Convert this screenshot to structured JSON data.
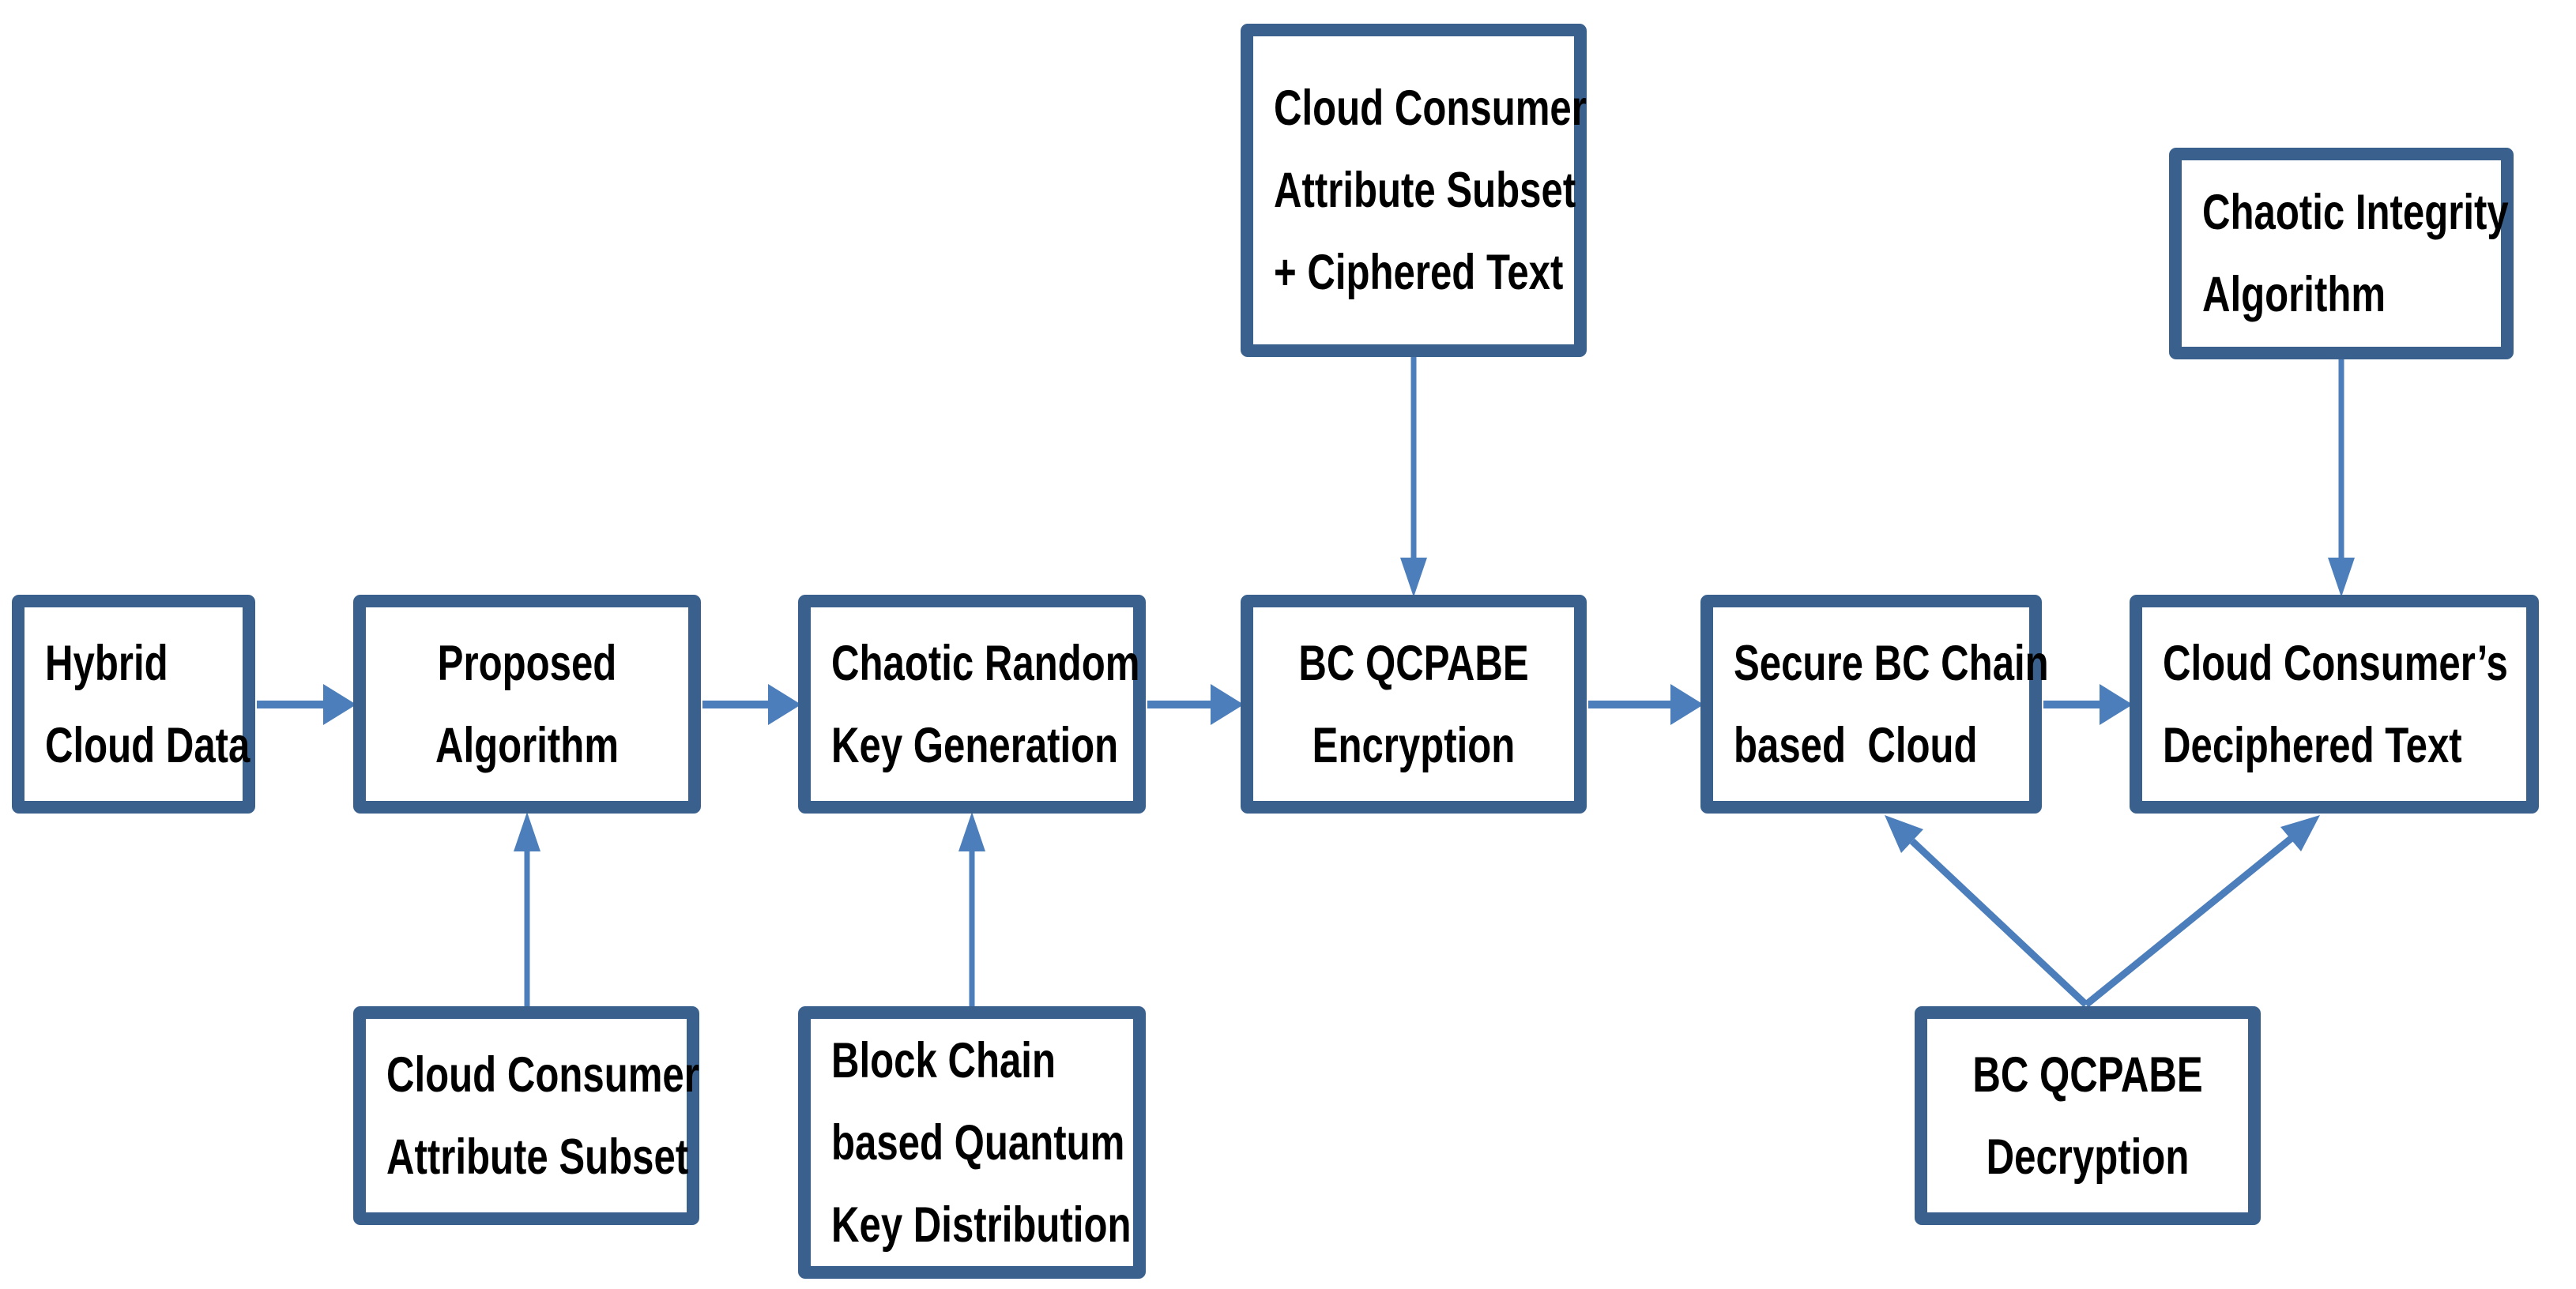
{
  "diagram": {
    "type": "flowchart",
    "background_color": "#ffffff",
    "box_border_color": "#3a618e",
    "arrow_color": "#4b7ebb",
    "text_color": "#000000"
  },
  "boxes": [
    {
      "id": "hybrid-cloud-data",
      "label": "Hybrid Cloud Data",
      "lines": [
        "Hybrid",
        "Cloud Data"
      ]
    },
    {
      "id": "proposed-algorithm",
      "label": "Proposed Algorithm",
      "lines": [
        "Proposed",
        "Algorithm"
      ]
    },
    {
      "id": "chaotic-random-key-generation",
      "label": "Chaotic Random Key Generation",
      "lines": [
        "Chaotic Random",
        "Key Generation"
      ]
    },
    {
      "id": "bc-qcpabe-encryption",
      "label": "BC QCPABE Encryption",
      "lines": [
        "BC QCPABE",
        "Encryption"
      ]
    },
    {
      "id": "secure-bc-chain-based-cloud",
      "label": "Secure BC Chain based Cloud",
      "lines": [
        "Secure BC Chain",
        "based  Cloud"
      ]
    },
    {
      "id": "cloud-consumers-deciphered-text",
      "label": "Cloud Consumer’s Deciphered Text",
      "lines": [
        "Cloud Consumer’s",
        "Deciphered Text"
      ]
    },
    {
      "id": "attribute-subset-ciphered-text",
      "label": "Cloud Consumer Attribute Subset + Ciphered Text",
      "lines": [
        "Cloud Consumer",
        "Attribute Subset",
        "+ Ciphered Text"
      ]
    },
    {
      "id": "chaotic-integrity-algorithm",
      "label": "Chaotic Integrity Algorithm",
      "lines": [
        "Chaotic Integrity",
        "Algorithm"
      ]
    },
    {
      "id": "cloud-consumer-attribute-subset",
      "label": "Cloud Consumer Attribute Subset",
      "lines": [
        "Cloud Consumer",
        "Attribute Subset"
      ]
    },
    {
      "id": "bc-based-quantum-key-distribution",
      "label": "Block Chain based Quantum Key Distribution",
      "lines": [
        "Block Chain",
        "based Quantum",
        "Key Distribution"
      ]
    },
    {
      "id": "bc-qcpabe-decryption",
      "label": "BC QCPABE Decryption",
      "lines": [
        "BC QCPABE",
        "Decryption"
      ]
    }
  ],
  "arrows": [
    {
      "from": "hybrid-cloud-data",
      "to": "proposed-algorithm",
      "direction": "right"
    },
    {
      "from": "proposed-algorithm",
      "to": "chaotic-random-key-generation",
      "direction": "right"
    },
    {
      "from": "chaotic-random-key-generation",
      "to": "bc-qcpabe-encryption",
      "direction": "right"
    },
    {
      "from": "bc-qcpabe-encryption",
      "to": "secure-bc-chain-based-cloud",
      "direction": "right"
    },
    {
      "from": "secure-bc-chain-based-cloud",
      "to": "cloud-consumers-deciphered-text",
      "direction": "right"
    },
    {
      "from": "attribute-subset-ciphered-text",
      "to": "bc-qcpabe-encryption",
      "direction": "down"
    },
    {
      "from": "chaotic-integrity-algorithm",
      "to": "cloud-consumers-deciphered-text",
      "direction": "down"
    },
    {
      "from": "cloud-consumer-attribute-subset",
      "to": "proposed-algorithm",
      "direction": "up"
    },
    {
      "from": "bc-based-quantum-key-distribution",
      "to": "chaotic-random-key-generation",
      "direction": "up"
    },
    {
      "from": "bc-qcpabe-decryption",
      "to": "secure-bc-chain-based-cloud",
      "direction": "diagonal-up-left"
    },
    {
      "from": "bc-qcpabe-decryption",
      "to": "cloud-consumers-deciphered-text",
      "direction": "diagonal-up-right"
    }
  ]
}
